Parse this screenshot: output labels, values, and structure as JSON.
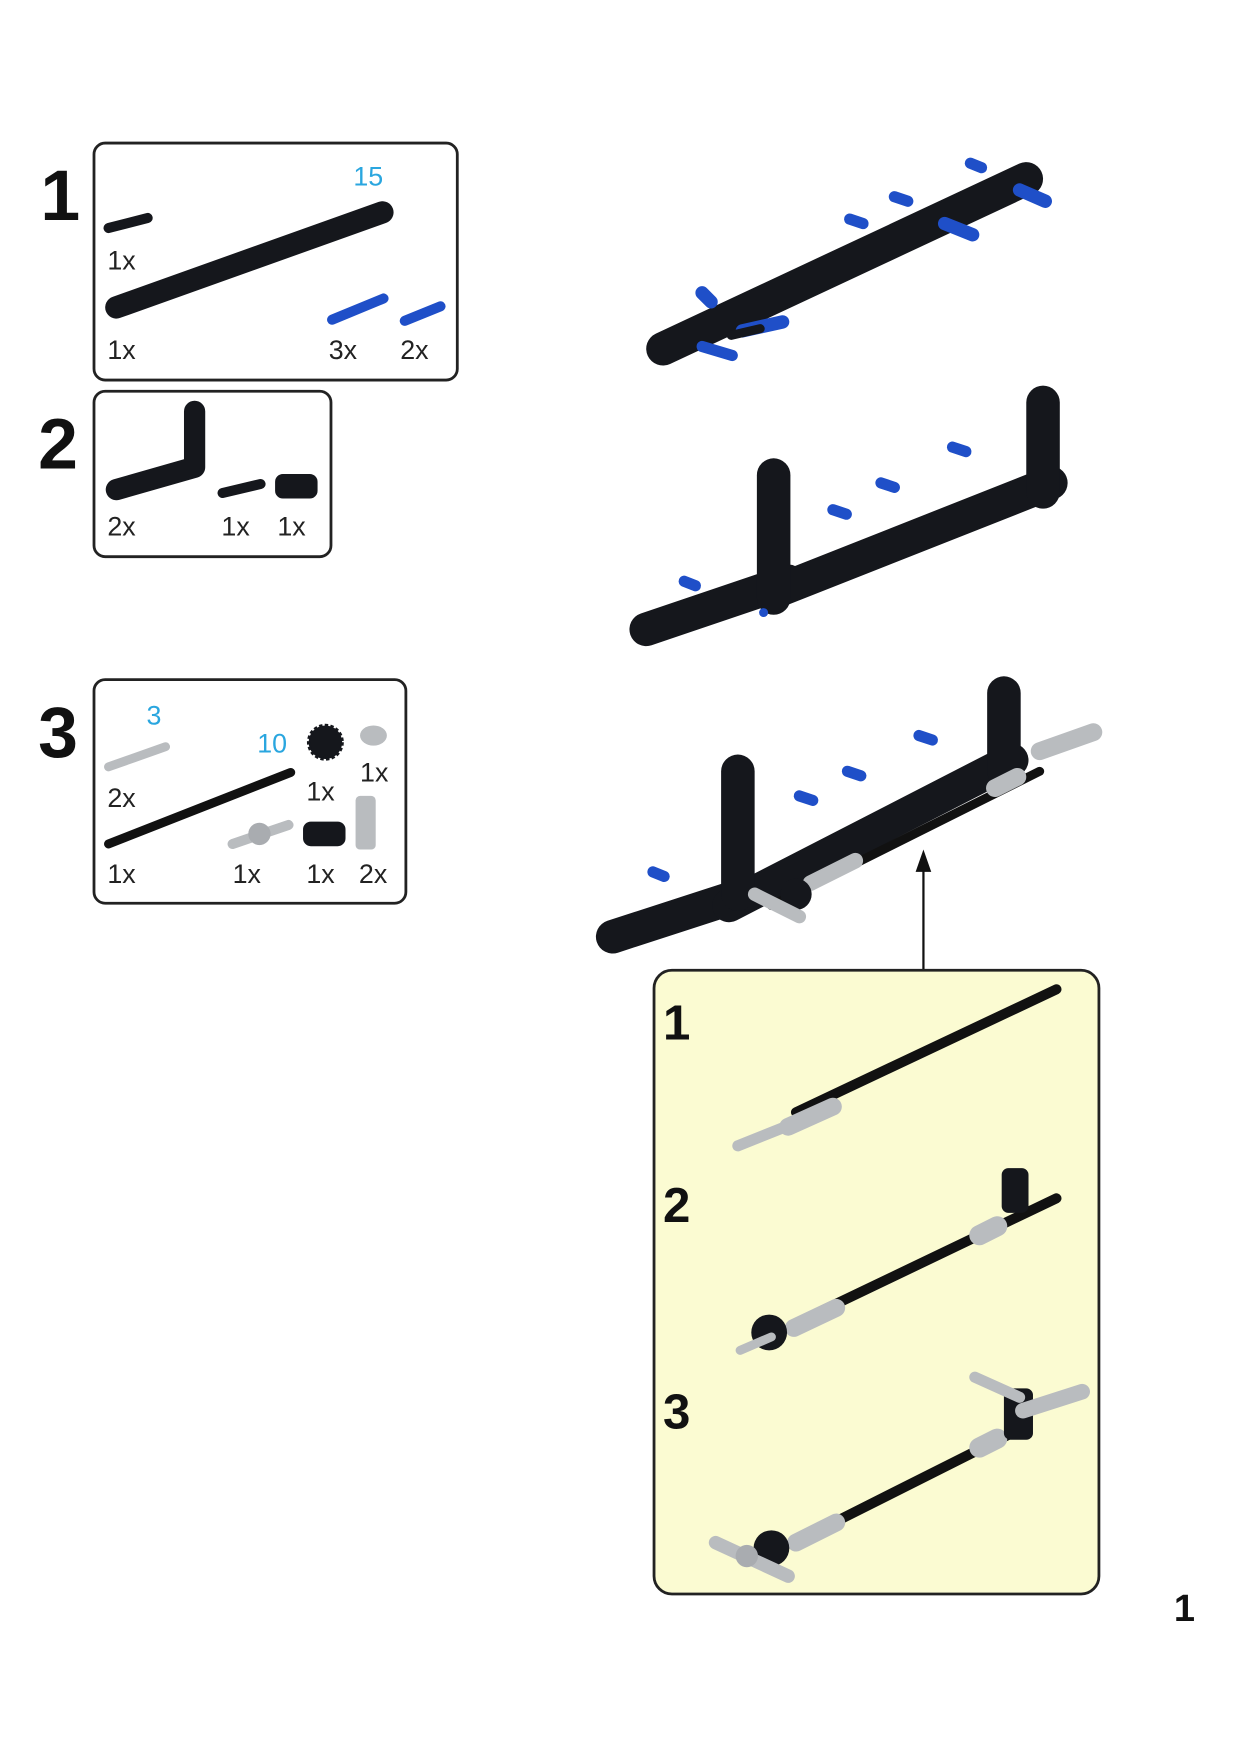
{
  "page_number": "1",
  "steps": [
    {
      "number": "1",
      "parts": {
        "beam_length": "15",
        "pin_black_qty": "1x",
        "beam_qty": "1x",
        "pin_blue_long_qty": "3x",
        "pin_blue_qty": "2x"
      }
    },
    {
      "number": "2",
      "parts": {
        "l_beam_qty": "2x",
        "pin_black_qty": "1x",
        "connector_qty": "1x"
      }
    },
    {
      "number": "3",
      "parts": {
        "gray_axle_length": "3",
        "black_axle_length": "10",
        "gray_axle_qty": "2x",
        "gear_qty": "1x",
        "bush_qty": "1x",
        "black_axle_qty": "1x",
        "joint_qty": "1x",
        "connector_qty": "1x",
        "cylinder_qty": "2x"
      }
    }
  ],
  "subassembly": {
    "steps": [
      "1",
      "2",
      "3"
    ],
    "background": "#fbfbd2"
  },
  "colors": {
    "beam": "#15171c",
    "pin_blue": "#1f4fc8",
    "length_label": "#2aa6df",
    "gray_part": "#b9bcbf"
  }
}
